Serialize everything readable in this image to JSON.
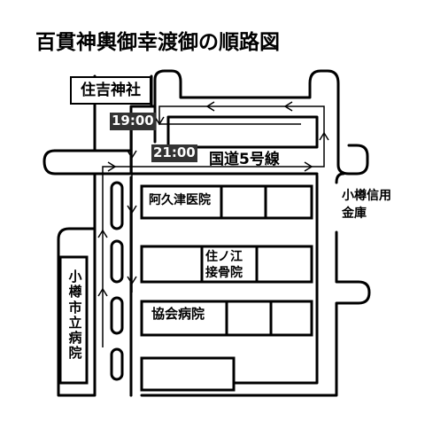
{
  "title": "百貫神輿御幸渡御の順路図",
  "landmarks": {
    "shrine": "住吉神社",
    "route_name": "国道5号線",
    "clinic_akutsu": "阿久津医院",
    "clinic_suminoe": "住ノ江\n接骨院",
    "hospital_kyokai": "協会病院",
    "bank": "小樽信用\n金庫",
    "hospital_city": "小樽市立病院"
  },
  "times": {
    "depart": "19:00",
    "return": "21:00"
  },
  "colors": {
    "line": "#000000",
    "background": "#ffffff",
    "time_badge": "#333333",
    "time_text": "#ffffff"
  }
}
